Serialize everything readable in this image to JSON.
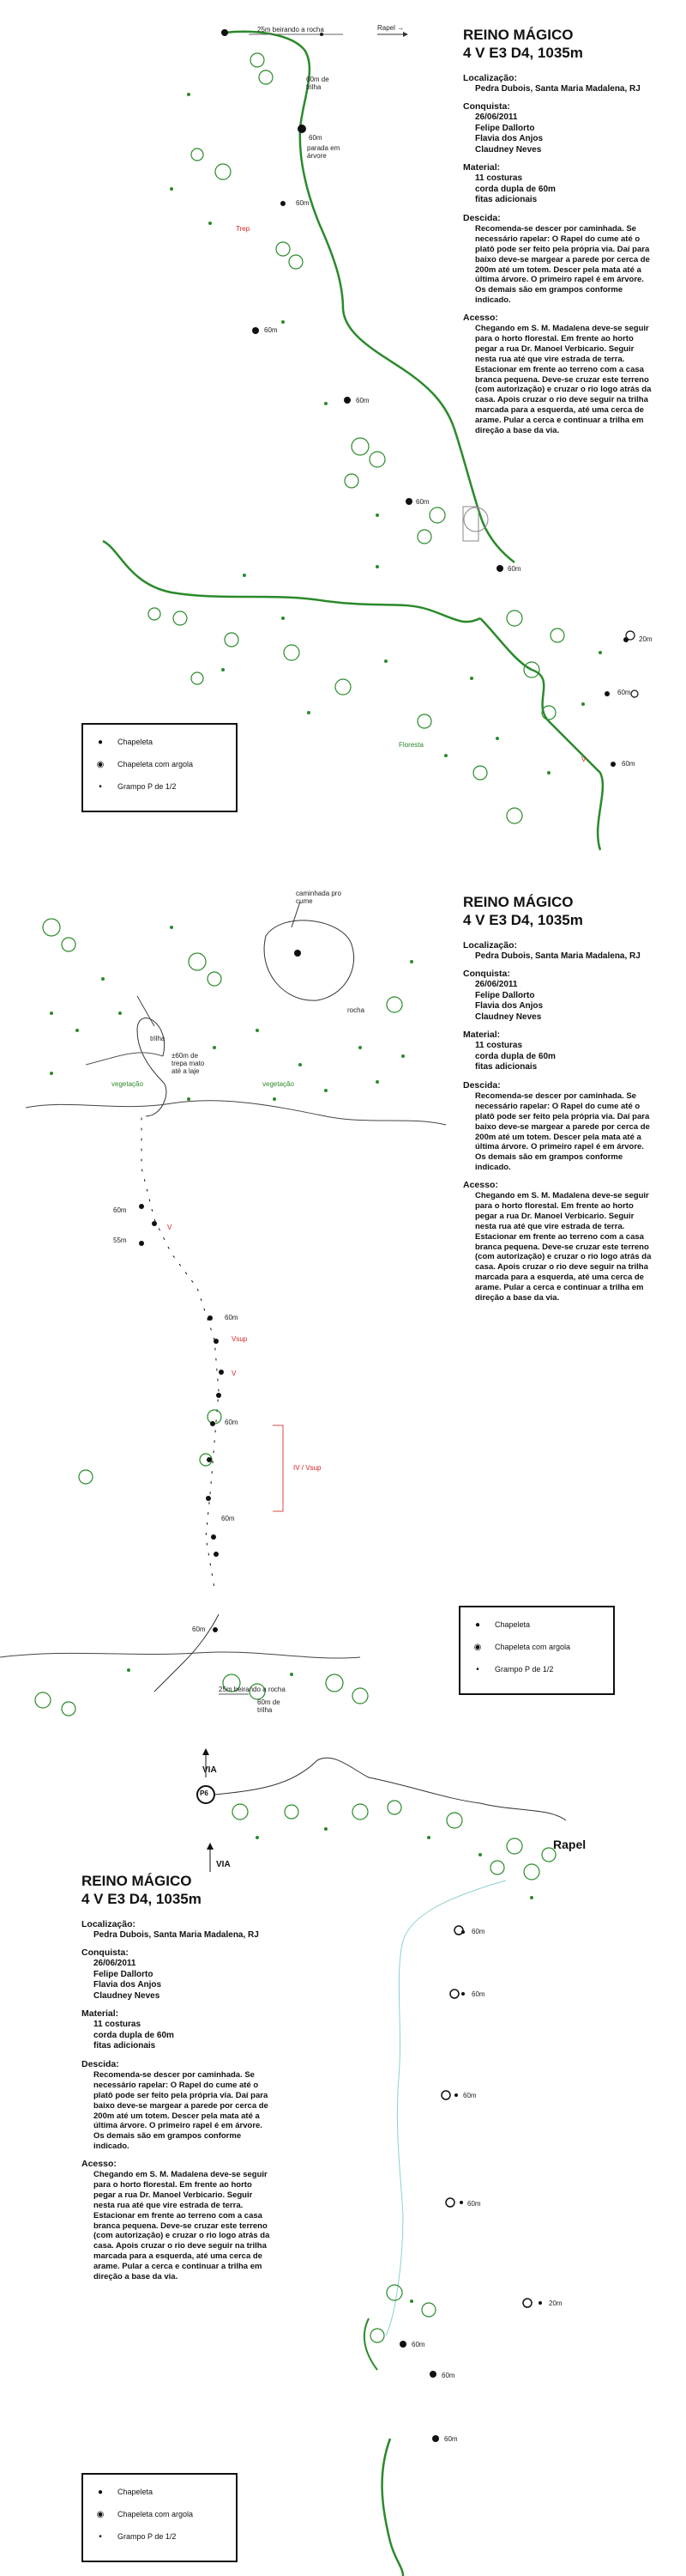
{
  "info": {
    "title": "REINO MÁGICO",
    "grade": "4  V E3 D4, 1035m",
    "localizacao_label": "Localização:",
    "localizacao": "Pedra Dubois, Santa Maria Madalena, RJ",
    "conquista_label": "Conquista:",
    "conquista_date": "26/06/2011",
    "conquistadores": [
      "Felipe Dallorto",
      "Flavia dos Anjos",
      "Claudney Neves"
    ],
    "material_label": "Material:",
    "material": [
      "11 costuras",
      "corda dupla de 60m",
      "fitas adicionais"
    ],
    "descida_label": "Descida:",
    "descida": "Recomenda-se descer por caminhada. Se necessário rapelar: O Rapel do cume até o platô pode ser feito pela própria via. Daí para baixo deve-se margear a parede por cerca de 200m até um totem. Descer pela mata até a última árvore. O primeiro rapel é em árvore. Os demais são em grampos conforme indicado.",
    "acesso_label": "Acesso:",
    "acesso": "Chegando em S. M. Madalena deve-se seguir para o horto florestal. Em frente ao horto pegar a rua Dr. Manoel Verbicario. Seguir nesta rua até que vire estrada de terra. Estacionar em frente ao terreno com a casa branca pequena. Deve-se cruzar este terreno (com autorização) e cruzar o rio logo atrás da casa. Apois cruzar o rio deve seguir na trilha marcada para a esquerda, até uma cerca de arame. Pular a cerca e continuar a trilha em direção a base da via."
  },
  "legend": {
    "chapeleta": "Chapeleta",
    "chapeleta_argola": "Chapeleta com argola",
    "grampo": "Grampo P de 1/2"
  },
  "panel1": {
    "top_walk": "25m beirando a rocha",
    "rapel": "Rapel →",
    "trail_len": "60m de trilha",
    "pass_label": "60m",
    "pass_note": "parada em árvore",
    "labels_60m": [
      "60m",
      "60m",
      "60m",
      "60m",
      "60m",
      "60m",
      "60m"
    ],
    "label_20m": "20m",
    "label_red": "Trep",
    "label_forest": "Floresta",
    "label_v": "V"
  },
  "panel2": {
    "walk_top": "caminhada pro cume",
    "rocha": "rocha",
    "trilha": "trilha",
    "trail_note": "±60m de trepa mato até a laje",
    "vegetacao": "vegetação",
    "vegetacao2": "vegetação",
    "labels_60m": [
      "60m",
      "60m",
      "60m",
      "60m",
      "60m"
    ],
    "label_55m": "55m",
    "label_vsup": "Vsup",
    "label_v": "V",
    "label_v2": "V",
    "label_vvsup": "IV  /  Vsup",
    "bottom_walk": "25m beirando a rocha",
    "bottom_trail": "60m de trilha"
  },
  "panel3": {
    "via_top": "VIA",
    "via_mid": "VIA",
    "p6": "P6",
    "rapel": "Rapel",
    "labels_60m": [
      "60m",
      "60m",
      "60m",
      "60m",
      "60m",
      "60m",
      "60m"
    ],
    "label_20m": "20m"
  }
}
